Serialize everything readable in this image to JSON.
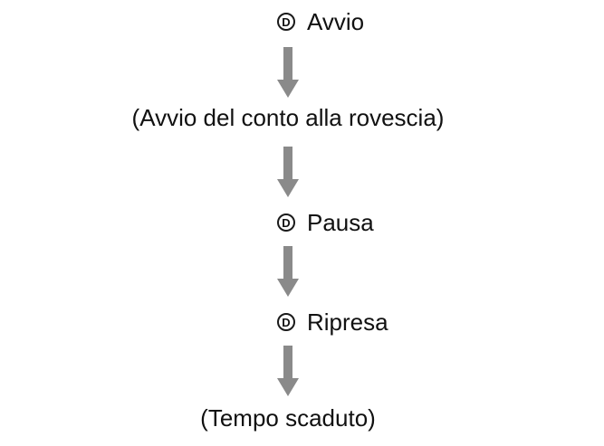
{
  "diagram": {
    "title_context": "timer-flow",
    "arrow_color": "#8a8a8a",
    "icon_letter": "D",
    "steps": [
      {
        "type": "action",
        "icon": "D",
        "label": "Avvio"
      },
      {
        "type": "note",
        "label": "(Avvio del conto alla rovescia)"
      },
      {
        "type": "action",
        "icon": "D",
        "label": "Pausa"
      },
      {
        "type": "action",
        "icon": "D",
        "label": "Ripresa"
      },
      {
        "type": "note",
        "label": "(Tempo scaduto)"
      }
    ]
  }
}
